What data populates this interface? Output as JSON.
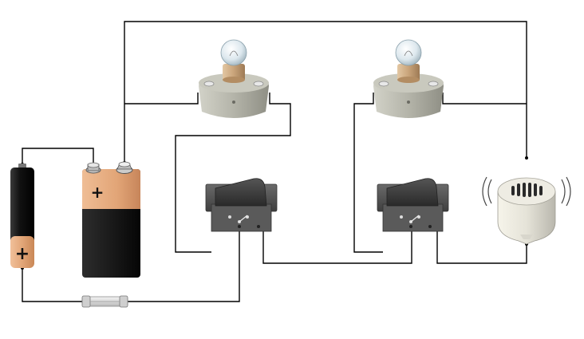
{
  "diagram": {
    "components": [
      {
        "id": "aa-battery",
        "kind": "cylindrical cell",
        "symbol": "+"
      },
      {
        "id": "nine-volt-battery",
        "kind": "9V battery",
        "symbol": "+"
      },
      {
        "id": "fuse",
        "kind": "glass cartridge fuse"
      },
      {
        "id": "lamp-left",
        "kind": "bulb in holder"
      },
      {
        "id": "lamp-right",
        "kind": "bulb in holder"
      },
      {
        "id": "switch-left",
        "kind": "rocker switch (SPDT)"
      },
      {
        "id": "switch-right",
        "kind": "rocker switch (SPDT)"
      },
      {
        "id": "buzzer",
        "kind": "piezo buzzer"
      }
    ],
    "colors": {
      "wire": "#000000",
      "battery_copper": "#e2a577",
      "battery_black": "#1e1e1e",
      "lamp_base": "#b8b8ad",
      "switch_body": "#5c5c5c",
      "buzzer_body": "#e9e7dc"
    }
  }
}
